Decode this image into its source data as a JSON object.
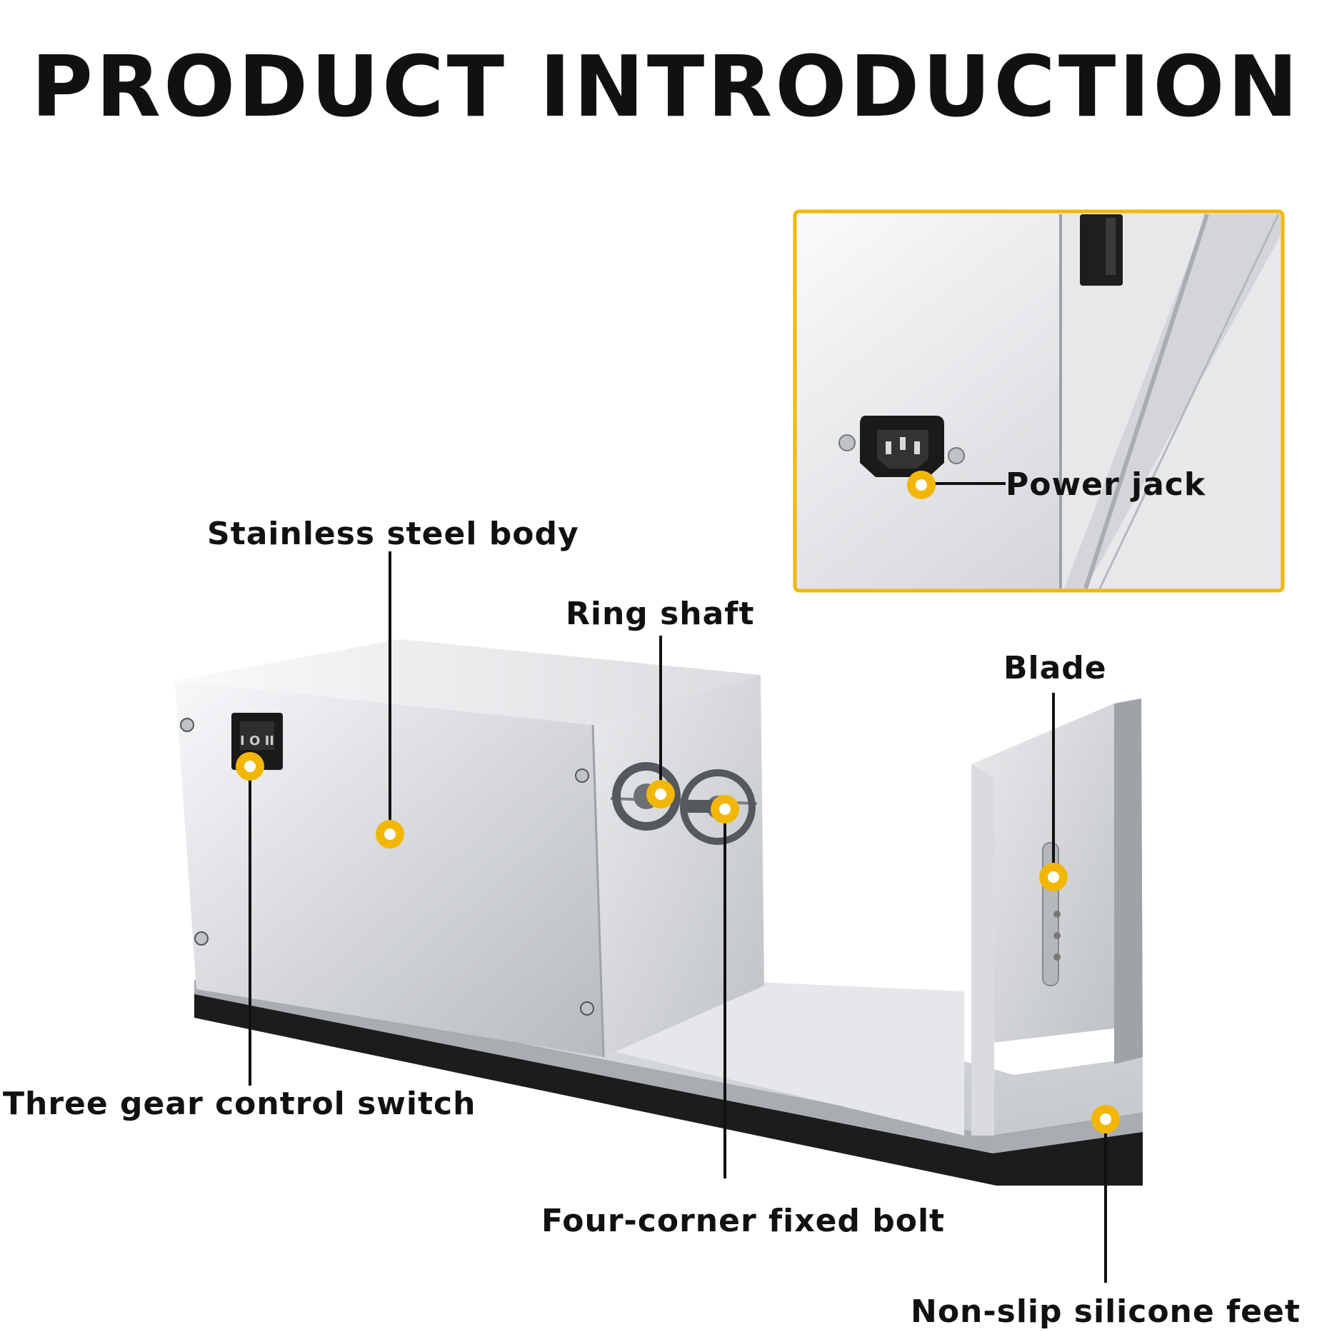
{
  "title": "PRODUCT INTRODUCTION",
  "labels": {
    "stainless_steel_body": "Stainless steel body",
    "ring_shaft": "Ring shaft",
    "blade": "Blade",
    "power_jack": "Power jack",
    "three_gear_control_switch": "Three gear control switch",
    "four_corner_fixed_bolt": "Four-corner fixed bolt",
    "non_slip_silicone_feet": "Non-slip silicone feet"
  },
  "colors": {
    "accent": "#F2B705",
    "text": "#111111",
    "steel_light": "#F2F3F5",
    "steel_mid": "#C9CBCF",
    "steel_dark": "#8E9196",
    "base_black": "#1C1C1C"
  },
  "icons": {
    "callout_marker": "yellow-ring-dot",
    "rocker_switch": "rocker-switch-icon",
    "power_socket": "iec-power-socket-icon"
  }
}
